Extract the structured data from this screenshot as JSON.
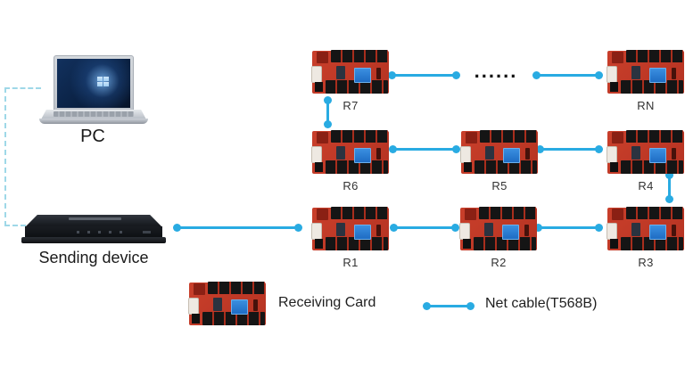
{
  "diagram": {
    "pc": {
      "label": "PC"
    },
    "sending_device": {
      "label": "Sending device"
    },
    "nodes": [
      {
        "id": "R7",
        "label": "R7"
      },
      {
        "id": "RN",
        "label": "RN"
      },
      {
        "id": "R6",
        "label": "R6"
      },
      {
        "id": "R5",
        "label": "R5"
      },
      {
        "id": "R4",
        "label": "R4"
      },
      {
        "id": "R1",
        "label": "R1"
      },
      {
        "id": "R2",
        "label": "R2"
      },
      {
        "id": "R3",
        "label": "R3"
      }
    ],
    "ellipsis": "......",
    "legend": {
      "receiving_card_label": "Receiving Card",
      "net_cable_label": "Net cable(T568B)"
    },
    "colors": {
      "net_cable": "#29abe2",
      "pc_cable_dashed": "#9fd8e8",
      "card_pcb": "#c23a28",
      "card_chip": "#2e86de"
    }
  }
}
